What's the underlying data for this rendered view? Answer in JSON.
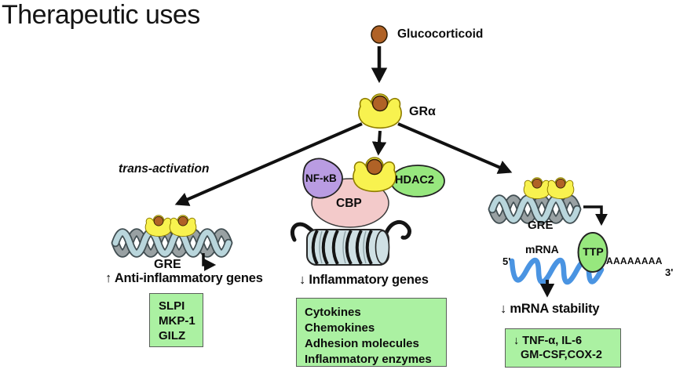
{
  "title": "Therapeutic uses",
  "top": {
    "ligand": "Glucocorticoid",
    "receptor": "GRα"
  },
  "branches": {
    "left": {
      "pathway": "trans-activation",
      "gre": "GRE",
      "outcome": "↑ Anti-inflammatory genes",
      "genes": [
        "SLPI",
        "MKP-1",
        "GILZ"
      ]
    },
    "middle": {
      "nfkb": "NF-κB",
      "hdac2": "HDAC2",
      "cbp": "CBP",
      "outcome": "↓ Inflammatory genes",
      "genes": [
        "Cytokines",
        "Chemokines",
        "Adhesion molecules",
        "Inflammatory enzymes"
      ]
    },
    "right": {
      "gre": "GRE",
      "mrna": "mRNA",
      "five_prime": "5'",
      "three_prime": "3'",
      "poly_a_tail": "AAAAAAAA",
      "ttp": "TTP",
      "outcome": "↓ mRNA stability",
      "genes": [
        "↓ TNF-α, IL-6",
        "GM-CSF,COX-2"
      ]
    }
  },
  "colors": {
    "receptor_yellow": "#f8f24f",
    "ligand_brown": "#b06226",
    "nfkb_purple": "#b99ce2",
    "hdac_green": "#97e77e",
    "cbp_pink": "#f3caca",
    "gene_box_green": "#abf1a2",
    "dna_blue": "#b9d6dc",
    "dna_gray": "#99a1a3",
    "mrna_blue": "#4a94e2",
    "chromatin_blue": "#cfe0e4",
    "text_black": "#0c0c0c"
  }
}
